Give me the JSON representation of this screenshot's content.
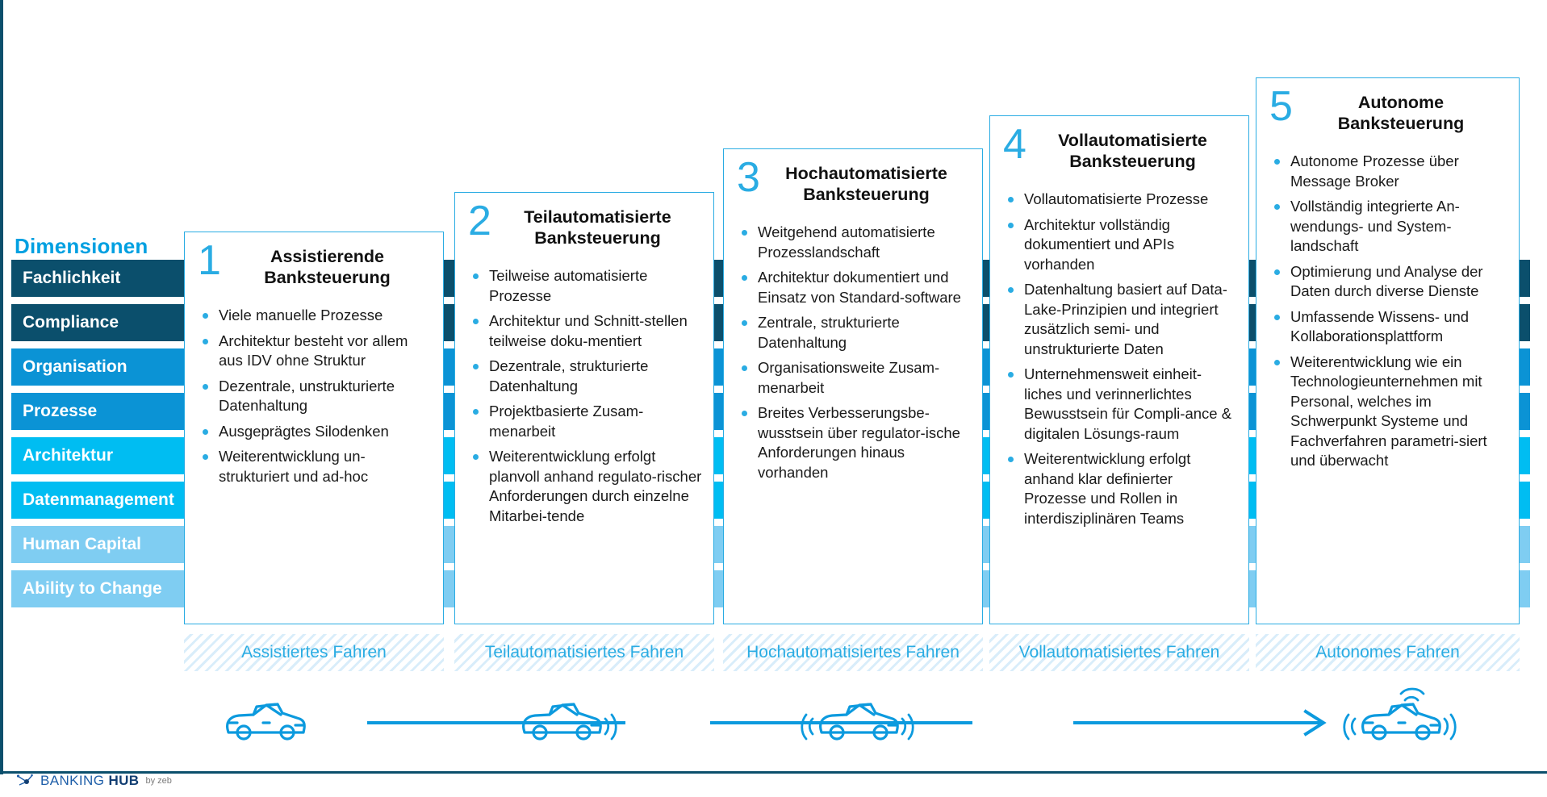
{
  "colors": {
    "accent": "#2aace3",
    "brand_blue": "#00a0e1",
    "dark_navy": "#0b4f6c",
    "mid_blue": "#0b93d5",
    "cyan": "#00bdf2",
    "light_blue": "#7fcdf2",
    "hatch": "#d9edfa"
  },
  "dimensions": {
    "title": "Dimensionen",
    "items": [
      {
        "label": "Fachlichkeit",
        "color": "#0b4f6c"
      },
      {
        "label": "Compliance",
        "color": "#0b4f6c"
      },
      {
        "label": "Organisation",
        "color": "#0b93d5"
      },
      {
        "label": "Prozesse",
        "color": "#0b93d5"
      },
      {
        "label": "Architektur",
        "color": "#00bdf2"
      },
      {
        "label": "Datenmanagement",
        "color": "#00bdf2"
      },
      {
        "label": "Human Capital",
        "color": "#7fcdf2"
      },
      {
        "label": "Ability to Change",
        "color": "#7fcdf2"
      }
    ]
  },
  "stages": [
    {
      "number": "1",
      "title": "Assistierende\nBanksteuerung",
      "title_line1": "Assistierende",
      "title_line2": "Banksteuerung",
      "driving_label": "Assistiertes Fahren",
      "bullets": [
        "Viele manuelle Prozesse",
        "Architektur besteht vor allem aus IDV ohne Struktur",
        "Dezentrale, unstrukturierte Datenhaltung",
        "Ausgeprägtes Silodenken",
        "Weiterentwicklung un-strukturiert und ad-hoc"
      ]
    },
    {
      "number": "2",
      "title_line1": "Teilautomatisierte",
      "title_line2": "Banksteuerung",
      "driving_label": "Teilautomatisiertes Fahren",
      "bullets": [
        "Teilweise automatisierte Prozesse",
        "Architektur und Schnitt-stellen teilweise doku-mentiert",
        "Dezentrale, strukturierte Datenhaltung",
        "Projektbasierte Zusam-menarbeit",
        "Weiterentwicklung erfolgt planvoll anhand regulato-rischer Anforderungen durch einzelne Mitarbei-tende"
      ]
    },
    {
      "number": "3",
      "title_line1": "Hochautomatisierte",
      "title_line2": "Banksteuerung",
      "driving_label": "Hochautomatisiertes Fahren",
      "bullets": [
        "Weitgehend automatisierte Prozesslandschaft",
        "Architektur dokumentiert und Einsatz von Standard-software",
        "Zentrale, strukturierte Datenhaltung",
        "Organisationsweite Zusam-menarbeit",
        "Breites Verbesserungsbe-wusstsein über regulator-ische Anforderungen hinaus vorhanden"
      ]
    },
    {
      "number": "4",
      "title_line1": "Vollautomatisierte",
      "title_line2": "Banksteuerung",
      "driving_label": "Vollautomatisiertes Fahren",
      "bullets": [
        "Vollautomatisierte Prozesse",
        "Architektur vollständig dokumentiert und APIs vorhanden",
        "Datenhaltung basiert auf Data-Lake-Prinzipien und integriert zusätzlich semi- und unstrukturierte Daten",
        "Unternehmensweit einheit-liches und verinnerlichtes Bewusstsein für Compli-ance & digitalen Lösungs-raum",
        "Weiterentwicklung erfolgt anhand klar definierter Prozesse und Rollen in interdisziplinären Teams"
      ]
    },
    {
      "number": "5",
      "title_line1": "Autonome",
      "title_line2": "Banksteuerung",
      "driving_label": "Autonomes Fahren",
      "bullets": [
        "Autonome Prozesse über Message Broker",
        "Vollständig integrierte An-wendungs- und System-landschaft",
        "Optimierung und Analyse der Daten durch diverse Dienste",
        "Umfassende Wissens- und Kollaborationsplattform",
        "Weiterentwicklung wie ein Technologieunternehmen mit Personal, welches im Schwerpunkt Systeme und Fachverfahren parametri-siert und überwacht"
      ]
    }
  ],
  "footer": {
    "logo_main": "BANKING ",
    "logo_bold": "HUB",
    "byline": "by zeb"
  }
}
